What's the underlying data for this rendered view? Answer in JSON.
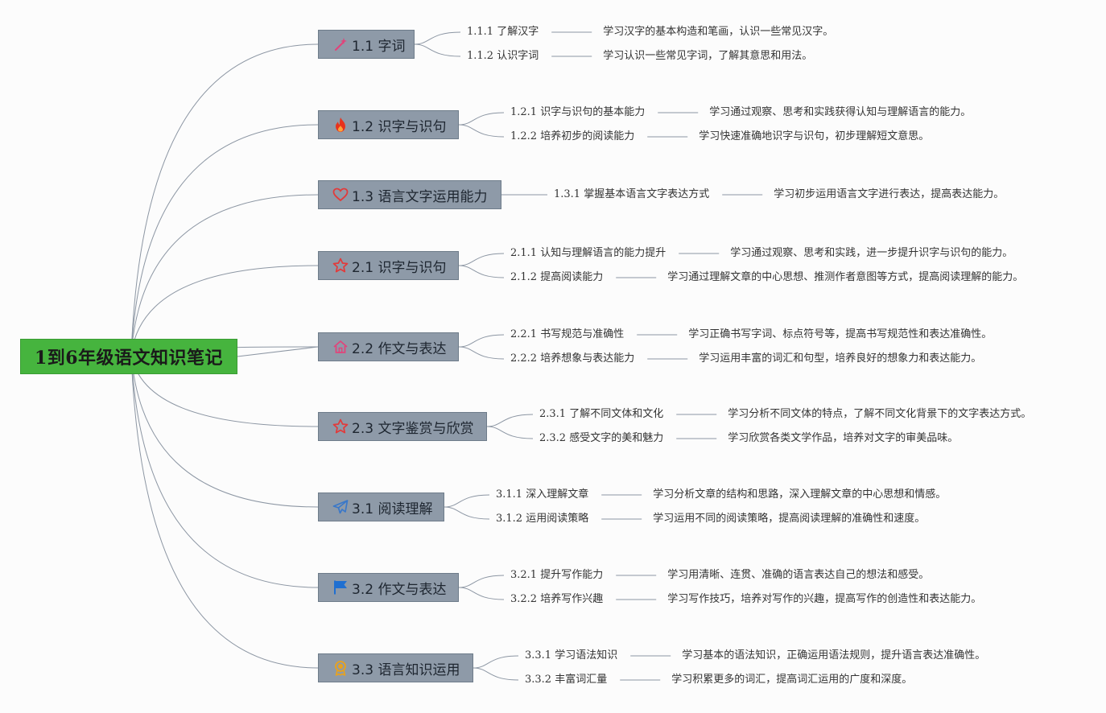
{
  "root": {
    "title": "1到6年级语文知识笔记"
  },
  "branches": [
    {
      "label": "1.1 字词",
      "icon": "magic-wand-icon",
      "leaves": [
        {
          "label": "1.1.1 了解汉字",
          "desc": "学习汉字的基本构造和笔画，认识一些常见汉字。"
        },
        {
          "label": "1.1.2 认识字词",
          "desc": "学习认识一些常见字词，了解其意思和用法。"
        }
      ]
    },
    {
      "label": "1.2 识字与识句",
      "icon": "fire-icon",
      "leaves": [
        {
          "label": "1.2.1 识字与识句的基本能力",
          "desc": "学习通过观察、思考和实践获得认知与理解语言的能力。"
        },
        {
          "label": "1.2.2 培养初步的阅读能力",
          "desc": "学习快速准确地识字与识句，初步理解短文意思。"
        }
      ]
    },
    {
      "label": "1.3 语言文字运用能力",
      "icon": "heart-icon",
      "leaves": [
        {
          "label": "1.3.1 掌握基本语言文字表达方式",
          "desc": "学习初步运用语言文字进行表达，提高表达能力。"
        }
      ]
    },
    {
      "label": "2.1 识字与识句",
      "icon": "star-icon",
      "leaves": [
        {
          "label": "2.1.1 认知与理解语言的能力提升",
          "desc": "学习通过观察、思考和实践，进一步提升识字与识句的能力。"
        },
        {
          "label": "2.1.2 提高阅读能力",
          "desc": "学习通过理解文章的中心思想、推测作者意图等方式，提高阅读理解的能力。"
        }
      ]
    },
    {
      "label": "2.2 作文与表达",
      "icon": "home-icon",
      "leaves": [
        {
          "label": "2.2.1 书写规范与准确性",
          "desc": "学习正确书写字词、标点符号等，提高书写规范性和表达准确性。"
        },
        {
          "label": "2.2.2 培养想象与表达能力",
          "desc": "学习运用丰富的词汇和句型，培养良好的想象力和表达能力。"
        }
      ]
    },
    {
      "label": "2.3 文字鉴赏与欣赏",
      "icon": "star-icon",
      "leaves": [
        {
          "label": "2.3.1 了解不同文体和文化",
          "desc": "学习分析不同文体的特点，了解不同文化背景下的文字表达方式。"
        },
        {
          "label": "2.3.2 感受文字的美和魅力",
          "desc": "学习欣赏各类文学作品，培养对文字的审美品味。"
        }
      ]
    },
    {
      "label": "3.1 阅读理解",
      "icon": "paper-plane-icon",
      "leaves": [
        {
          "label": "3.1.1 深入理解文章",
          "desc": "学习分析文章的结构和思路，深入理解文章的中心思想和情感。"
        },
        {
          "label": "3.1.2 运用阅读策略",
          "desc": "学习运用不同的阅读策略，提高阅读理解的准确性和速度。"
        }
      ]
    },
    {
      "label": "3.2 作文与表达",
      "icon": "flag-icon",
      "leaves": [
        {
          "label": "3.2.1 提升写作能力",
          "desc": "学习用清晰、连贯、准确的语言表达自己的想法和感受。"
        },
        {
          "label": "3.2.2 培养写作兴趣",
          "desc": "学习写作技巧，培养对写作的兴趣，提高写作的创造性和表达能力。"
        }
      ]
    },
    {
      "label": "3.3 语言知识运用",
      "icon": "award-icon",
      "leaves": [
        {
          "label": "3.3.1 学习语法知识",
          "desc": "学习基本的语法知识，正确运用语法规则，提升语言表达准确性。"
        },
        {
          "label": "3.3.2 丰富词汇量",
          "desc": "学习积累更多的词汇，提高词汇运用的广度和深度。"
        }
      ]
    }
  ],
  "colors": {
    "root": "#46b43e",
    "branch": "#8e9aa8",
    "line": "#8c96a3"
  }
}
